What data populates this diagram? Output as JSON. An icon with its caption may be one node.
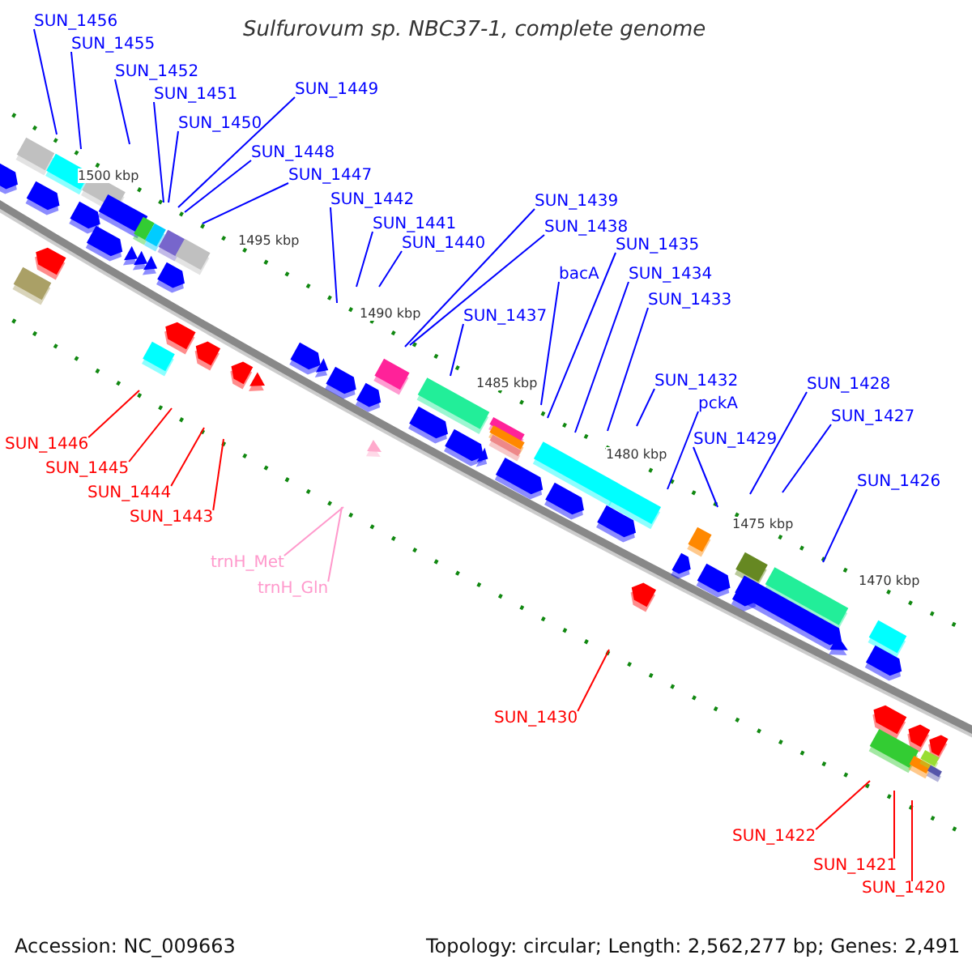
{
  "diagram": {
    "title": "Sulfurovum sp. NBC37-1, complete genome",
    "nodes": [
      {
        "text": [
          "SUN_1456"
        ]
      },
      {
        "text": [
          "SUN_1455"
        ]
      },
      {
        "text": [
          "SUN_1452"
        ]
      },
      {
        "text": [
          "SUN_1451"
        ]
      },
      {
        "text": [
          "SUN_1449"
        ]
      },
      {
        "text": [
          "SUN_1450"
        ]
      },
      {
        "text": [
          "SUN_1448"
        ]
      },
      {
        "text": [
          "SUN_1447"
        ]
      },
      {
        "text": [
          "SUN_1442"
        ]
      },
      {
        "text": [
          "SUN_1441"
        ]
      },
      {
        "text": [
          "SUN_1439"
        ]
      },
      {
        "text": [
          "SUN_1438"
        ]
      },
      {
        "text": [
          "SUN_1440"
        ]
      },
      {
        "text": [
          "SUN_1437"
        ]
      },
      {
        "text": [
          "bacA"
        ]
      },
      {
        "text": [
          "SUN_1435"
        ]
      },
      {
        "text": [
          "SUN_1434"
        ]
      },
      {
        "text": [
          "SUN_1433"
        ]
      },
      {
        "text": [
          "SUN_1432"
        ]
      },
      {
        "text": [
          "pckA"
        ]
      },
      {
        "text": [
          "SUN_1429"
        ]
      },
      {
        "text": [
          "SUN_1428"
        ]
      },
      {
        "text": [
          "SUN_1427"
        ]
      },
      {
        "text": [
          "SUN_1426"
        ]
      },
      {
        "text": [
          "SUN_1446"
        ]
      },
      {
        "text": [
          "SUN_1445"
        ]
      },
      {
        "text": [
          "SUN_1444"
        ]
      },
      {
        "text": [
          "SUN_1443"
        ]
      },
      {
        "text": [
          "trnH_Met"
        ]
      },
      {
        "text": [
          "trnH_Gln"
        ]
      },
      {
        "text": [
          "SUN_1430"
        ]
      },
      {
        "text": [
          "SUN_1422"
        ]
      },
      {
        "text": [
          "SUN_1421"
        ]
      },
      {
        "text": [
          "SUN_1420"
        ]
      }
    ],
    "edges": [
      {
        "from": 0,
        "to": null,
        "arrow": "none"
      },
      {
        "from": 1,
        "to": null,
        "arrow": "none"
      },
      {
        "from": 2,
        "to": null,
        "arrow": "none"
      },
      {
        "from": 3,
        "to": null,
        "arrow": "none"
      },
      {
        "from": 4,
        "to": null,
        "arrow": "none"
      },
      {
        "from": 5,
        "to": null,
        "arrow": "none"
      },
      {
        "from": 6,
        "to": null,
        "arrow": "none"
      },
      {
        "from": 7,
        "to": null,
        "arrow": "none"
      },
      {
        "from": 8,
        "to": null,
        "arrow": "none"
      },
      {
        "from": 9,
        "to": null,
        "arrow": "none"
      },
      {
        "from": 10,
        "to": null,
        "arrow": "none"
      },
      {
        "from": 11,
        "to": null,
        "arrow": "none"
      },
      {
        "from": 12,
        "to": null,
        "arrow": "none"
      },
      {
        "from": 13,
        "to": null,
        "arrow": "none"
      },
      {
        "from": 14,
        "to": null,
        "arrow": "none"
      },
      {
        "from": 15,
        "to": null,
        "arrow": "none"
      },
      {
        "from": 16,
        "to": null,
        "arrow": "none"
      },
      {
        "from": 17,
        "to": null,
        "arrow": "none"
      },
      {
        "from": 18,
        "to": null,
        "arrow": "none"
      },
      {
        "from": 19,
        "to": null,
        "arrow": "none"
      },
      {
        "from": 20,
        "to": null,
        "arrow": "none"
      },
      {
        "from": 21,
        "to": null,
        "arrow": "none"
      },
      {
        "from": 22,
        "to": null,
        "arrow": "none"
      },
      {
        "from": 23,
        "to": null,
        "arrow": "none"
      },
      {
        "from": 24,
        "to": null,
        "arrow": "none",
        "color": "#ff0000"
      },
      {
        "from": 25,
        "to": null,
        "arrow": "none",
        "color": "#ff0000"
      },
      {
        "from": 26,
        "to": null,
        "arrow": "none",
        "color": "#ff0000"
      },
      {
        "from": 27,
        "to": null,
        "arrow": "none",
        "color": "#ff0000"
      },
      {
        "from": 28,
        "to": null,
        "arrow": "none",
        "color": "#ff99cc"
      },
      {
        "from": 29,
        "to": null,
        "arrow": "none",
        "color": "#ff99cc"
      },
      {
        "from": 30,
        "to": null,
        "arrow": "none",
        "color": "#ff0000"
      },
      {
        "from": 31,
        "to": null,
        "arrow": "none",
        "color": "#ff0000"
      },
      {
        "from": 32,
        "to": null,
        "arrow": "none",
        "color": "#ff0000"
      },
      {
        "from": 33,
        "to": null,
        "arrow": "none",
        "color": "#ff0000"
      }
    ],
    "labels": [
      "1500 kbp",
      "1495 kbp",
      "1490 kbp",
      "1485 kbp",
      "1480 kbp",
      "1475 kbp",
      "1470 kbp",
      "Accession: NC_009663",
      "Topology: circular; Length: 2,562,277 bp; Genes: 2,491"
    ]
  }
}
